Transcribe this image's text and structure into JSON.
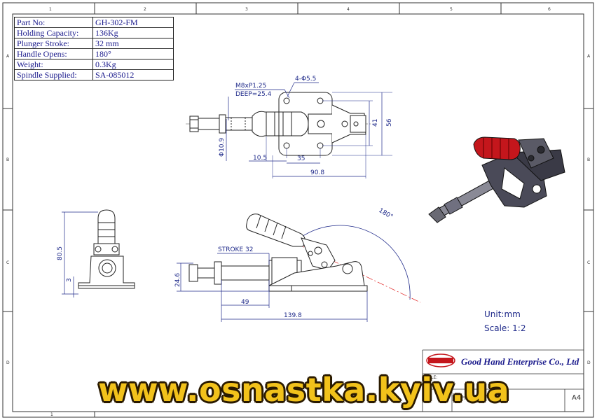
{
  "specs": [
    {
      "key": "Part No:",
      "value": "GH-302-FM"
    },
    {
      "key": "Holding Capacity:",
      "value": "136Kg"
    },
    {
      "key": "Plunger Stroke:",
      "value": "32 mm"
    },
    {
      "key": "Handle Opens:",
      "value": "180°"
    },
    {
      "key": "Weight:",
      "value": "0.3Kg"
    },
    {
      "key": "Spindle Supplied:",
      "value": "SA-085012"
    }
  ],
  "border": {
    "columns": [
      "1",
      "2",
      "3",
      "4",
      "5",
      "6"
    ],
    "rows": [
      "A",
      "B",
      "C",
      "D"
    ]
  },
  "top_view": {
    "thread": "M8xP1.25",
    "depth": "DEEP=25.4",
    "holes": "4-Φ5.5",
    "dim_dia": "Φ10.9",
    "dim_10_5": "10.5",
    "dim_35": "35",
    "dim_90_8": "90.8",
    "dim_41": "41",
    "dim_56": "56"
  },
  "end_view": {
    "dim_80_5": "80.5",
    "dim_3": "3"
  },
  "side_view": {
    "stroke": "STROKE 32",
    "angle": "180°",
    "dim_24_6": "24.6",
    "dim_49": "49",
    "dim_139_8": "139.8"
  },
  "notes": {
    "unit": "Unit:mm",
    "scale": "Scale: 1:2"
  },
  "title_block": {
    "company": "Good Hand Enterprise Co., Ltd",
    "title_label": "TITLE:",
    "drawing_no": "GH-302-FM",
    "size": "A4"
  },
  "watermark": "www.osnastka.kyiv.ua",
  "colors": {
    "dimension": "#1f2a8a",
    "outline": "#222222",
    "centerline": "#e02020",
    "handle_grip": "#c4161c",
    "watermark_fill": "#f2c21b"
  }
}
